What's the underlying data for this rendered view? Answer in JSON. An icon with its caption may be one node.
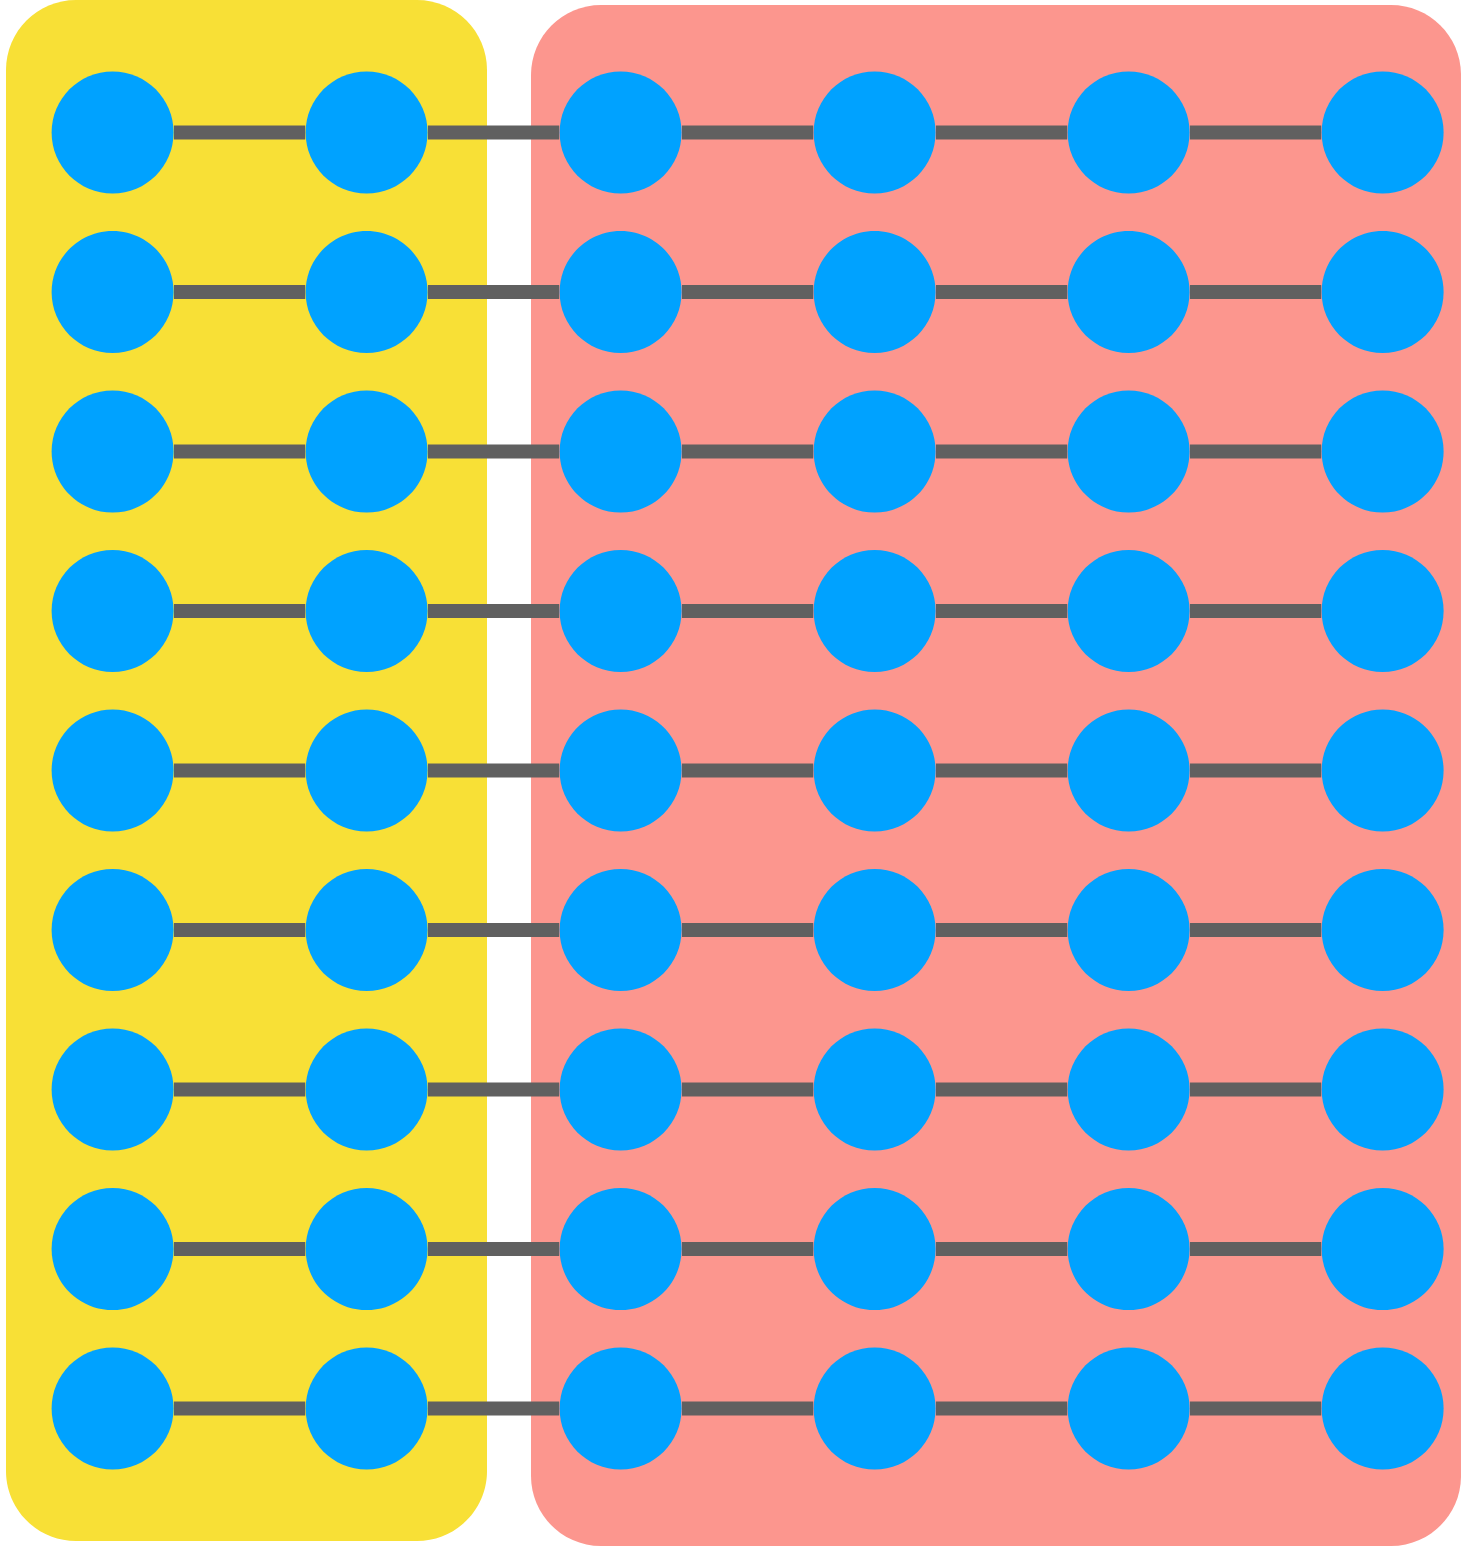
{
  "diagram": {
    "nodes": [
      {
        "text": [],
        "shape": "box"
      },
      {
        "text": [],
        "shape": "box"
      },
      {
        "text": [],
        "shape": "circle",
        "in": 0
      },
      {
        "text": [],
        "shape": "circle",
        "in": 0
      },
      {
        "text": [],
        "shape": "circle",
        "in": 1
      },
      {
        "text": [],
        "shape": "circle",
        "in": 1
      },
      {
        "text": [],
        "shape": "circle",
        "in": 1
      },
      {
        "text": [],
        "shape": "circle",
        "in": 1
      },
      {
        "text": [],
        "shape": "circle",
        "in": 0
      },
      {
        "text": [],
        "shape": "circle",
        "in": 0
      },
      {
        "text": [],
        "shape": "circle",
        "in": 1
      },
      {
        "text": [],
        "shape": "circle",
        "in": 1
      },
      {
        "text": [],
        "shape": "circle",
        "in": 1
      },
      {
        "text": [],
        "shape": "circle",
        "in": 1
      },
      {
        "text": [],
        "shape": "circle",
        "in": 0
      },
      {
        "text": [],
        "shape": "circle",
        "in": 0
      },
      {
        "text": [],
        "shape": "circle",
        "in": 1
      },
      {
        "text": [],
        "shape": "circle",
        "in": 1
      },
      {
        "text": [],
        "shape": "circle",
        "in": 1
      },
      {
        "text": [],
        "shape": "circle",
        "in": 1
      },
      {
        "text": [],
        "shape": "circle",
        "in": 0
      },
      {
        "text": [],
        "shape": "circle",
        "in": 0
      },
      {
        "text": [],
        "shape": "circle",
        "in": 1
      },
      {
        "text": [],
        "shape": "circle",
        "in": 1
      },
      {
        "text": [],
        "shape": "circle",
        "in": 1
      },
      {
        "text": [],
        "shape": "circle",
        "in": 1
      },
      {
        "text": [],
        "shape": "circle",
        "in": 0
      },
      {
        "text": [],
        "shape": "circle",
        "in": 0
      },
      {
        "text": [],
        "shape": "circle",
        "in": 1
      },
      {
        "text": [],
        "shape": "circle",
        "in": 1
      },
      {
        "text": [],
        "shape": "circle",
        "in": 1
      },
      {
        "text": [],
        "shape": "circle",
        "in": 1
      },
      {
        "text": [],
        "shape": "circle",
        "in": 0
      },
      {
        "text": [],
        "shape": "circle",
        "in": 0
      },
      {
        "text": [],
        "shape": "circle",
        "in": 1
      },
      {
        "text": [],
        "shape": "circle",
        "in": 1
      },
      {
        "text": [],
        "shape": "circle",
        "in": 1
      },
      {
        "text": [],
        "shape": "circle",
        "in": 1
      },
      {
        "text": [],
        "shape": "circle",
        "in": 0
      },
      {
        "text": [],
        "shape": "circle",
        "in": 0
      },
      {
        "text": [],
        "shape": "circle",
        "in": 1
      },
      {
        "text": [],
        "shape": "circle",
        "in": 1
      },
      {
        "text": [],
        "shape": "circle",
        "in": 1
      },
      {
        "text": [],
        "shape": "circle",
        "in": 1
      },
      {
        "text": [],
        "shape": "circle",
        "in": 0
      },
      {
        "text": [],
        "shape": "circle",
        "in": 0
      },
      {
        "text": [],
        "shape": "circle",
        "in": 1
      },
      {
        "text": [],
        "shape": "circle",
        "in": 1
      },
      {
        "text": [],
        "shape": "circle",
        "in": 1
      },
      {
        "text": [],
        "shape": "circle",
        "in": 1
      },
      {
        "text": [],
        "shape": "circle",
        "in": 0
      },
      {
        "text": [],
        "shape": "circle",
        "in": 0
      },
      {
        "text": [],
        "shape": "circle",
        "in": 1
      },
      {
        "text": [],
        "shape": "circle",
        "in": 1
      },
      {
        "text": [],
        "shape": "circle",
        "in": 1
      },
      {
        "text": [],
        "shape": "circle",
        "in": 1
      }
    ],
    "edges": [
      {
        "from": 2,
        "to": 3,
        "arrow": "none"
      },
      {
        "from": 3,
        "to": 4,
        "arrow": "none"
      },
      {
        "from": 4,
        "to": 5,
        "arrow": "none"
      },
      {
        "from": 5,
        "to": 6,
        "arrow": "none"
      },
      {
        "from": 6,
        "to": 7,
        "arrow": "none"
      },
      {
        "from": 8,
        "to": 9,
        "arrow": "none"
      },
      {
        "from": 9,
        "to": 10,
        "arrow": "none"
      },
      {
        "from": 10,
        "to": 11,
        "arrow": "none"
      },
      {
        "from": 11,
        "to": 12,
        "arrow": "none"
      },
      {
        "from": 12,
        "to": 13,
        "arrow": "none"
      },
      {
        "from": 14,
        "to": 15,
        "arrow": "none"
      },
      {
        "from": 15,
        "to": 16,
        "arrow": "none"
      },
      {
        "from": 16,
        "to": 17,
        "arrow": "none"
      },
      {
        "from": 17,
        "to": 18,
        "arrow": "none"
      },
      {
        "from": 18,
        "to": 19,
        "arrow": "none"
      },
      {
        "from": 20,
        "to": 21,
        "arrow": "none"
      },
      {
        "from": 21,
        "to": 22,
        "arrow": "none"
      },
      {
        "from": 22,
        "to": 23,
        "arrow": "none"
      },
      {
        "from": 23,
        "to": 24,
        "arrow": "none"
      },
      {
        "from": 24,
        "to": 25,
        "arrow": "none"
      },
      {
        "from": 26,
        "to": 27,
        "arrow": "none"
      },
      {
        "from": 27,
        "to": 28,
        "arrow": "none"
      },
      {
        "from": 28,
        "to": 29,
        "arrow": "none"
      },
      {
        "from": 29,
        "to": 30,
        "arrow": "none"
      },
      {
        "from": 30,
        "to": 31,
        "arrow": "none"
      },
      {
        "from": 32,
        "to": 33,
        "arrow": "none"
      },
      {
        "from": 33,
        "to": 34,
        "arrow": "none"
      },
      {
        "from": 34,
        "to": 35,
        "arrow": "none"
      },
      {
        "from": 35,
        "to": 36,
        "arrow": "none"
      },
      {
        "from": 36,
        "to": 37,
        "arrow": "none"
      },
      {
        "from": 38,
        "to": 39,
        "arrow": "none"
      },
      {
        "from": 39,
        "to": 40,
        "arrow": "none"
      },
      {
        "from": 40,
        "to": 41,
        "arrow": "none"
      },
      {
        "from": 41,
        "to": 42,
        "arrow": "none"
      },
      {
        "from": 42,
        "to": 43,
        "arrow": "none"
      },
      {
        "from": 44,
        "to": 45,
        "arrow": "none"
      },
      {
        "from": 45,
        "to": 46,
        "arrow": "none"
      },
      {
        "from": 46,
        "to": 47,
        "arrow": "none"
      },
      {
        "from": 47,
        "to": 48,
        "arrow": "none"
      },
      {
        "from": 48,
        "to": 49,
        "arrow": "none"
      },
      {
        "from": 50,
        "to": 51,
        "arrow": "none"
      },
      {
        "from": 51,
        "to": 52,
        "arrow": "none"
      },
      {
        "from": 52,
        "to": 53,
        "arrow": "none"
      },
      {
        "from": 53,
        "to": 54,
        "arrow": "none"
      },
      {
        "from": 54,
        "to": 55,
        "arrow": "none"
      }
    ]
  }
}
